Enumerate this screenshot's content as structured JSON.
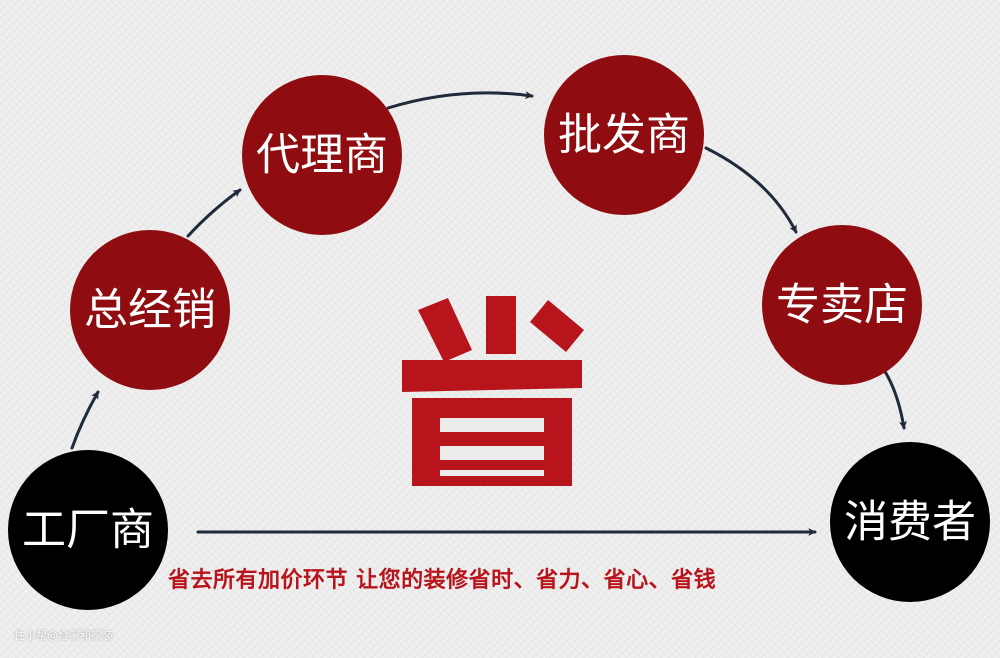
{
  "nodes": {
    "factory": {
      "label": "工厂商",
      "fill": "#000000"
    },
    "general_distributor": {
      "label": "总经销",
      "fill": "#8f0d10"
    },
    "agent": {
      "label": "代理商",
      "fill": "#8f0d10"
    },
    "wholesaler": {
      "label": "批发商",
      "fill": "#8f0d10"
    },
    "specialty_store": {
      "label": "专卖店",
      "fill": "#8f0d10"
    },
    "consumer": {
      "label": "消费者",
      "fill": "#000000"
    }
  },
  "center_emblem": {
    "character": "省",
    "color": "#b8141b"
  },
  "slogan": "省去所有加价环节 让您的装修省时、省力、省心、省钱",
  "watermark": "住小帮@合家和家装",
  "colors": {
    "arrow": "#1f2a3a",
    "accent_red": "#b8141b"
  }
}
